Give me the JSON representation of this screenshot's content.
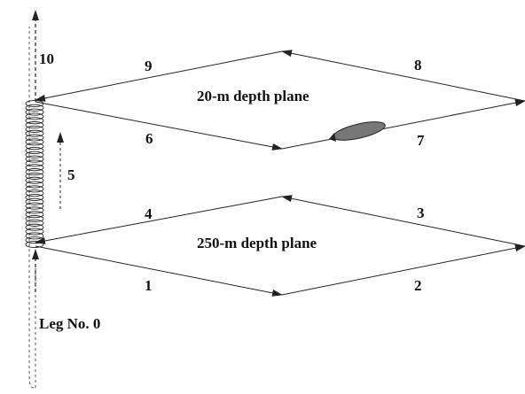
{
  "labels": {
    "leg_0": "Leg No. 0",
    "leg_1": "1",
    "leg_2": "2",
    "leg_3": "3",
    "leg_4": "4",
    "leg_5": "5",
    "leg_6": "6",
    "leg_7": "7",
    "leg_8": "8",
    "leg_9": "9",
    "leg_10": "10"
  },
  "planes": {
    "upper": "20-m depth plane",
    "lower": "250-m depth plane"
  },
  "colors": {
    "line": "#222222",
    "vehicle_fill": "#777777",
    "dashed_path": "#555555"
  },
  "icons": {
    "vehicle": "auv-vehicle-icon",
    "spiral": "spiral-ascent-coil"
  }
}
